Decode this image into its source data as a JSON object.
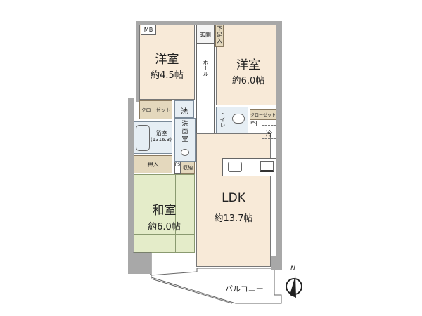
{
  "rooms": {
    "western_room_1": {
      "name": "洋室",
      "size": "約4.5帖"
    },
    "western_room_2": {
      "name": "洋室",
      "size": "約6.0帖"
    },
    "japanese_room": {
      "name": "和室",
      "size": "約6.0帖"
    },
    "ldk": {
      "name": "LDK",
      "size": "約13.7帖"
    }
  },
  "labels": {
    "mb": "MB",
    "entrance": "玄関",
    "shoe_storage": "下足入",
    "hall": "ホール",
    "closet_left": "クローゼット",
    "closet_right": "クローゼット",
    "laundry": "洗",
    "washroom": "洗面室",
    "bath": "浴室",
    "bath_size": "(1316.3)",
    "toilet": "トイレ",
    "ps_1": "PS",
    "ps_2": "PS",
    "fridge": "冷",
    "oshiire": "押入",
    "storage": "収納",
    "balcony": "バルコニー",
    "north": "N"
  },
  "colors": {
    "tatami": "#e4ecc9",
    "floor": "#f8ead8",
    "wall": "#a8a8a8"
  }
}
